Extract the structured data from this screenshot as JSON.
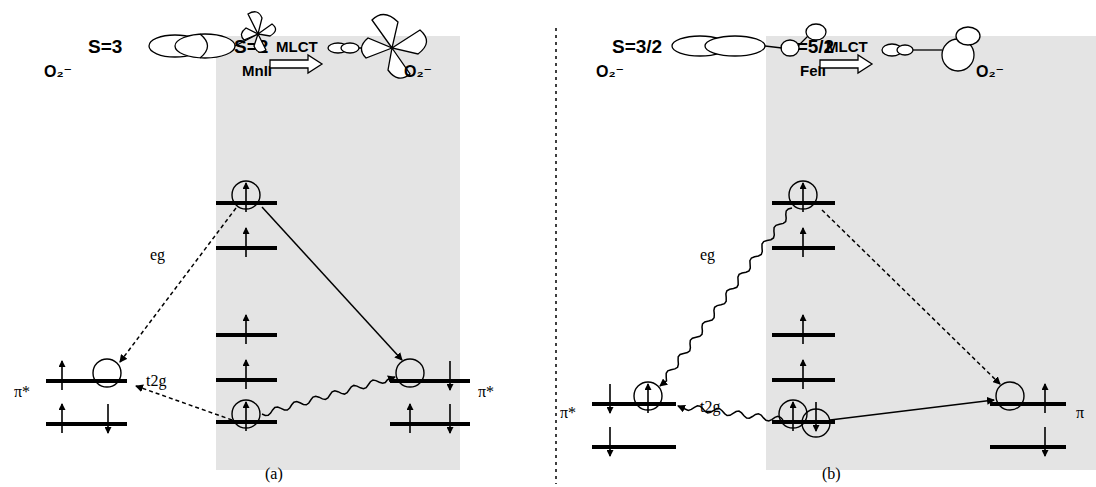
{
  "diagram": {
    "nodes": [
      {
        "text": [
          "S=2",
          "MnII"
        ]
      },
      {
        "text": [
          "S=5/2",
          "FeII"
        ]
      }
    ],
    "labels": [
      "MLCT",
      "S=3",
      "O₂⁻",
      "O₂⁻",
      "eg",
      "t2g",
      "π*",
      "π*",
      "(a)",
      "MLCT",
      "S=3/2",
      "O₂⁻",
      "O₂⁻",
      "eg",
      "t2g",
      "π*",
      "π",
      "(b)"
    ]
  }
}
